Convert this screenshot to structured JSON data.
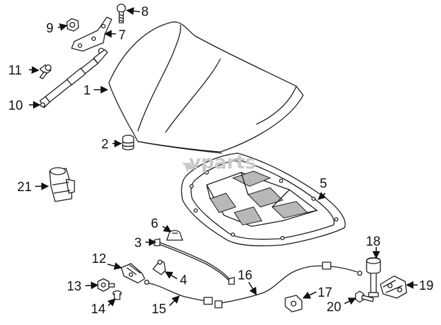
{
  "watermark": "vparts",
  "callouts": [
    {
      "id": "callout-1",
      "label": "1"
    },
    {
      "id": "callout-2",
      "label": "2"
    },
    {
      "id": "callout-3",
      "label": "3"
    },
    {
      "id": "callout-4",
      "label": "4"
    },
    {
      "id": "callout-5",
      "label": "5"
    },
    {
      "id": "callout-6",
      "label": "6"
    },
    {
      "id": "callout-7",
      "label": "7"
    },
    {
      "id": "callout-8",
      "label": "8"
    },
    {
      "id": "callout-9",
      "label": "9"
    },
    {
      "id": "callout-10",
      "label": "10"
    },
    {
      "id": "callout-11",
      "label": "11"
    },
    {
      "id": "callout-12",
      "label": "12"
    },
    {
      "id": "callout-13",
      "label": "13"
    },
    {
      "id": "callout-14",
      "label": "14"
    },
    {
      "id": "callout-15",
      "label": "15"
    },
    {
      "id": "callout-16",
      "label": "16"
    },
    {
      "id": "callout-17",
      "label": "17"
    },
    {
      "id": "callout-18",
      "label": "18"
    },
    {
      "id": "callout-19",
      "label": "19"
    },
    {
      "id": "callout-20",
      "label": "20"
    },
    {
      "id": "callout-21",
      "label": "21"
    }
  ]
}
